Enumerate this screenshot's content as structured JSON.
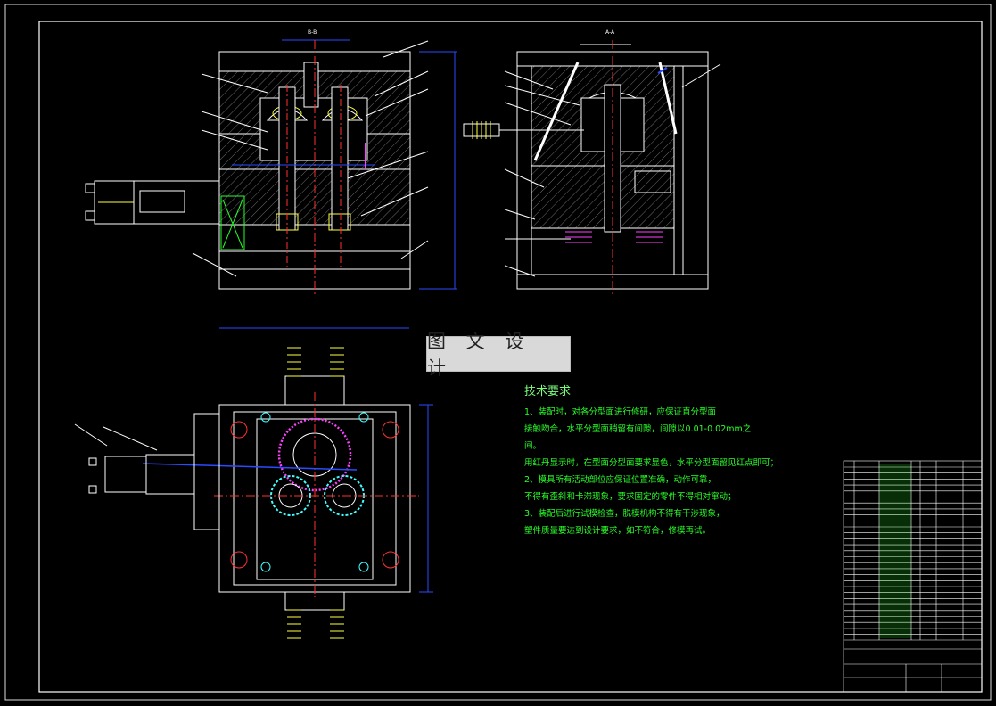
{
  "drawing": {
    "section_bb_label": "B-B",
    "section_aa_label": "A-A",
    "stamp_text": "图 文 设 计"
  },
  "tech_requirements": {
    "heading": "技术要求",
    "lines": [
      "1、装配时，对各分型面进行修研，应保证直分型面",
      "接触吻合，水平分型面稍留有间隙，间隙以0.01-0.02mm之",
      "间。",
      "用红丹显示时，在型面分型面要求显色，水平分型面留见红点即可；",
      "2、模具所有活动部位应保证位置准确，动作可靠，",
      "不得有歪斜和卡滞现象，要求固定的零件不得相对窜动；",
      "3、装配后进行试模检查，脱模机构不得有干涉现象，",
      "塑件质量要达到设计要求，如不符合，修模再试。"
    ]
  },
  "colors": {
    "border": "#e8e8e8",
    "line": "#ffffff",
    "center": "#ff3030",
    "accent": "#2a4bff",
    "magenta": "#ff40ff",
    "green": "#29ff29",
    "yellow": "#ffff40",
    "cyan": "#40ffff"
  }
}
